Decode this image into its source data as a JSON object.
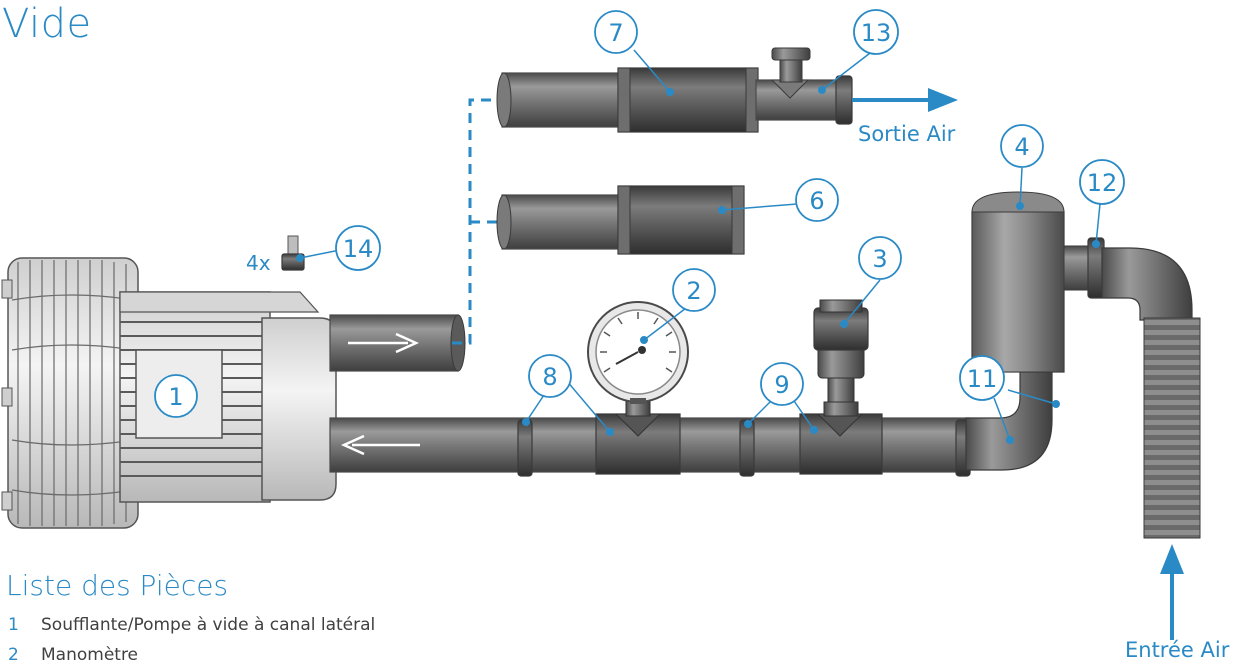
{
  "title": "Vide",
  "labels": {
    "air_out": "Sortie Air",
    "air_in": "Entrée Air",
    "qty_14": "4x"
  },
  "callouts": [
    "1",
    "2",
    "3",
    "4",
    "6",
    "7",
    "8",
    "9",
    "11",
    "12",
    "13",
    "14"
  ],
  "parts_title": "Liste des Pièces",
  "parts": [
    {
      "num": "1",
      "label": "Soufflante/Pompe à vide à canal latéral"
    },
    {
      "num": "2",
      "label": "Manomètre"
    }
  ],
  "colors": {
    "accent": "#2a8ac6",
    "pipe": "#6b6b6b",
    "text": "#404040"
  }
}
